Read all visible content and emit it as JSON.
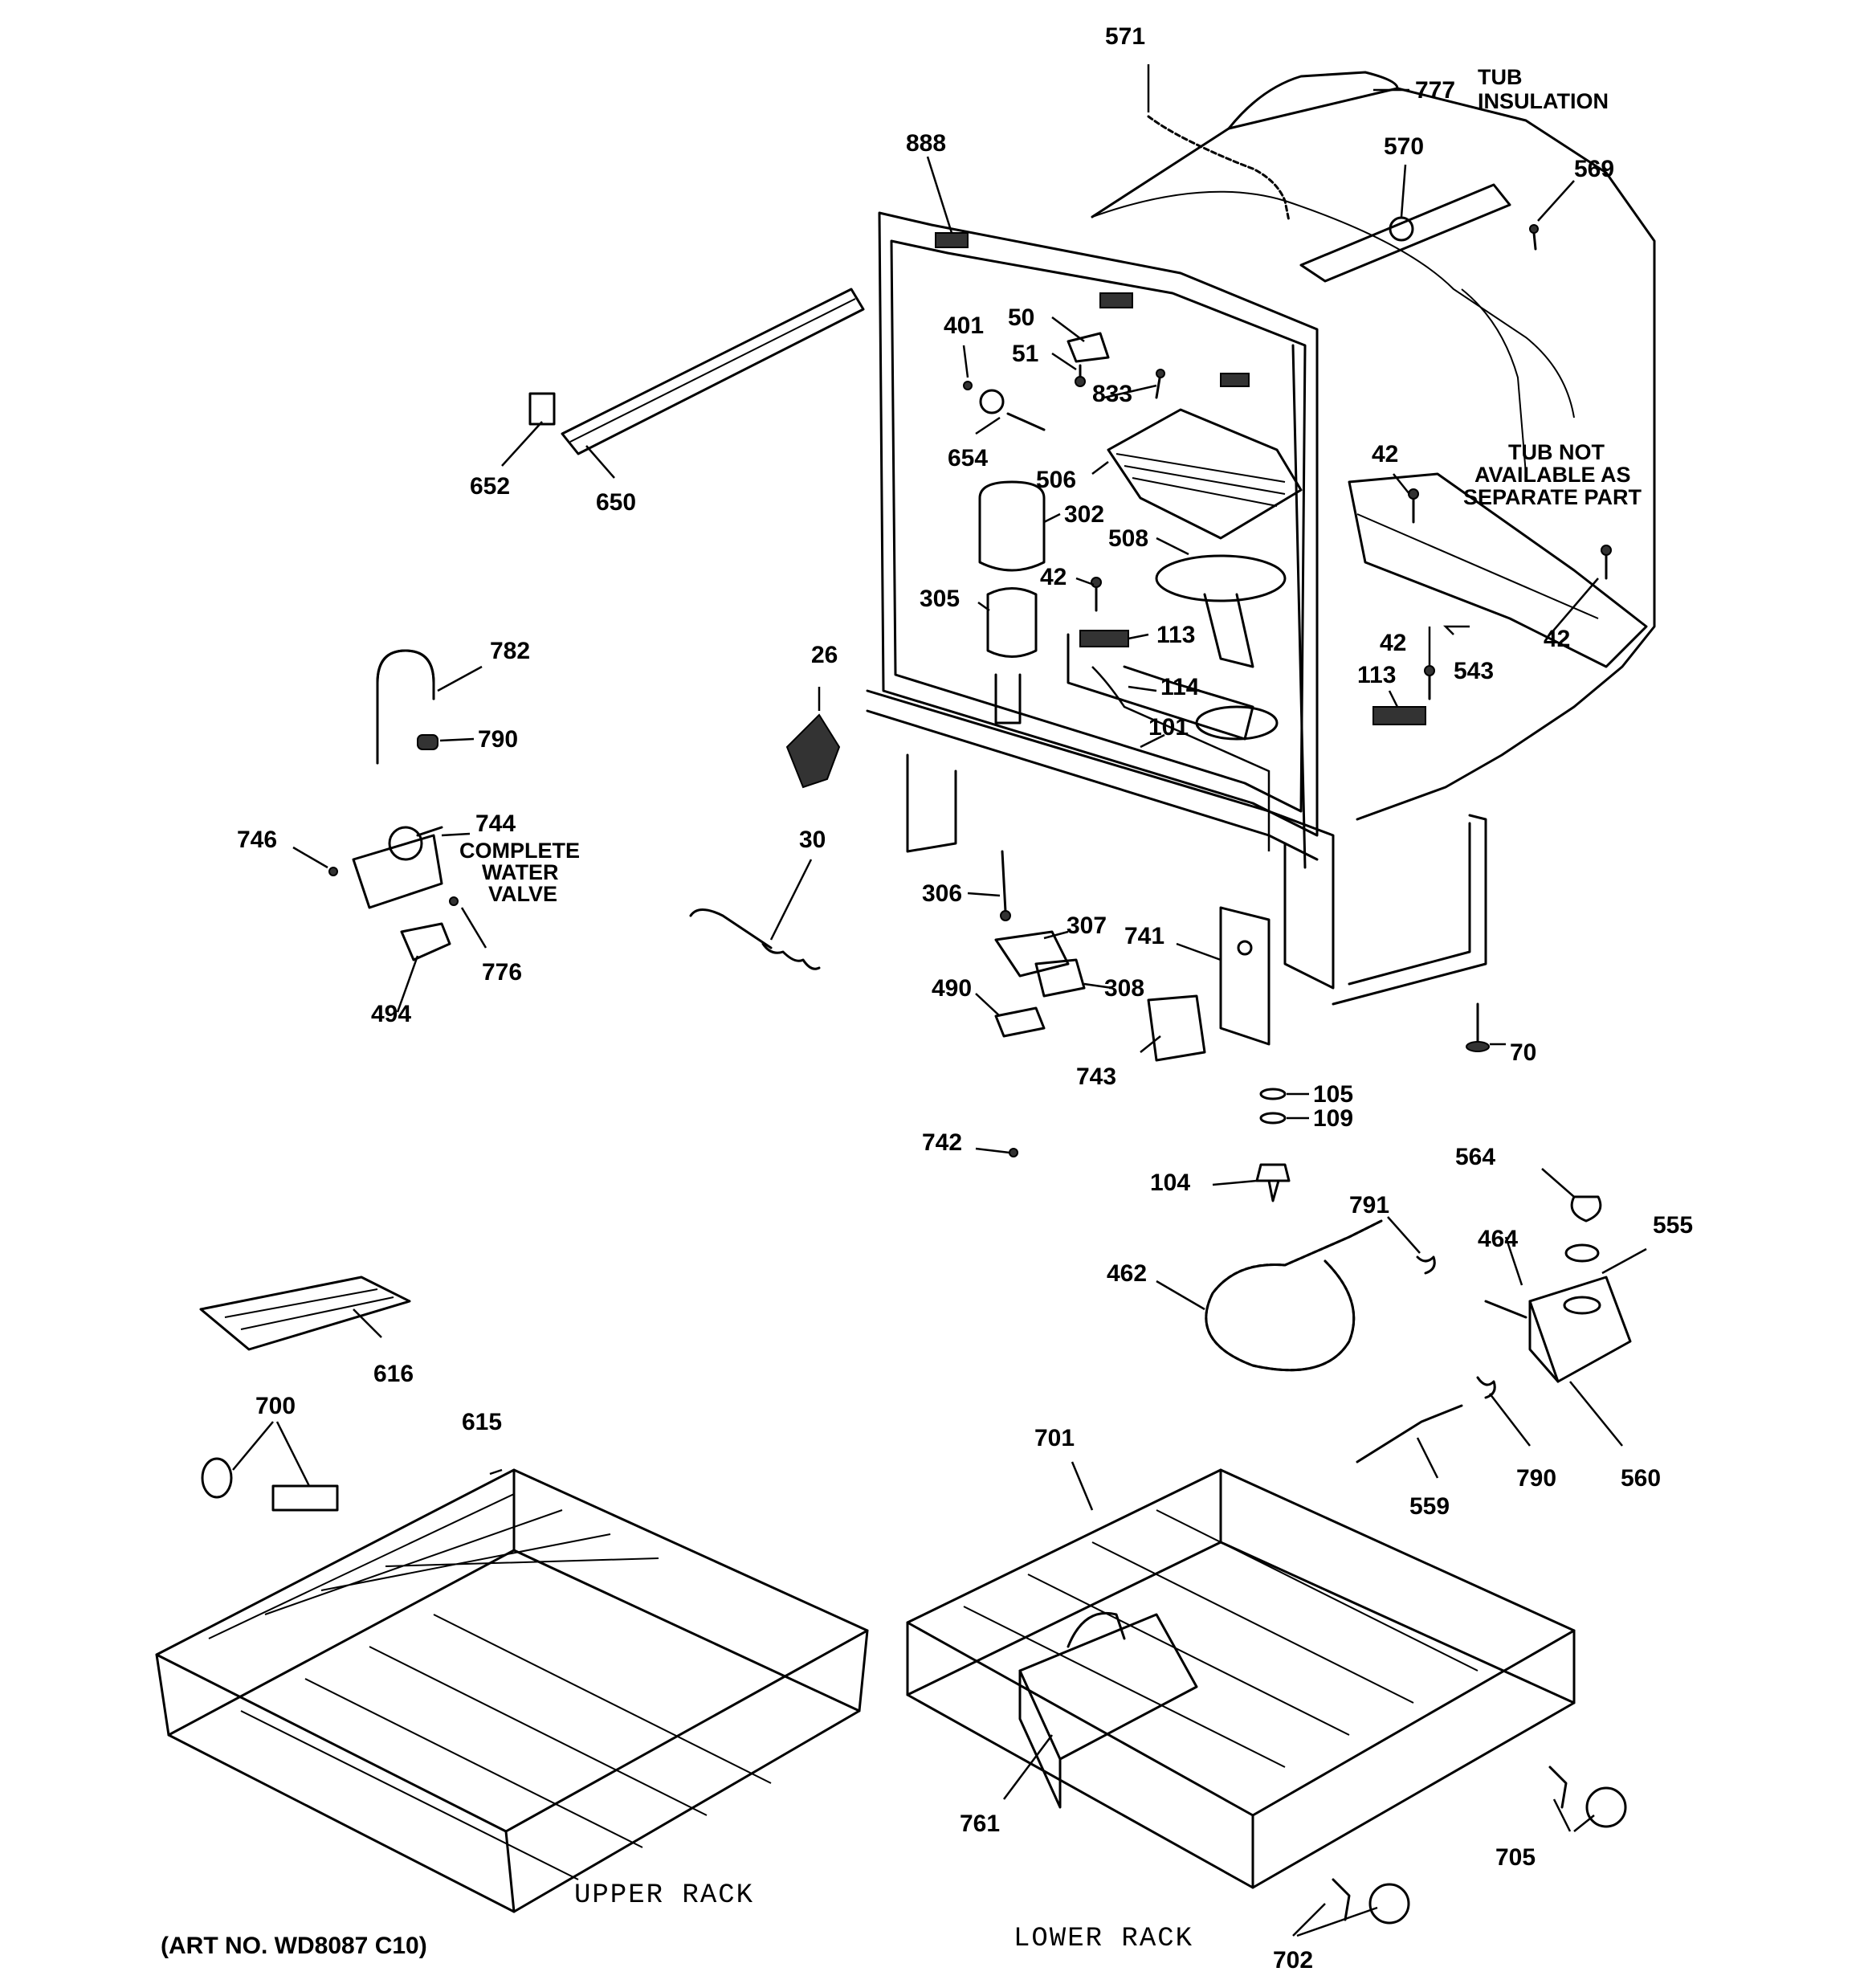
{
  "labels": {
    "p571": "571",
    "p777": "777",
    "tub_insulation_1": "TUB",
    "tub_insulation_2": "INSULATION",
    "p888": "888",
    "p570": "570",
    "p569": "569",
    "p50": "50",
    "p401": "401",
    "p51": "51",
    "p833": "833",
    "p652": "652",
    "p650": "650",
    "p654": "654",
    "p506": "506",
    "p42a": "42",
    "tub_not_1": "TUB NOT",
    "tub_not_2": "AVAILABLE AS",
    "tub_not_3": "SEPARATE PART",
    "p302": "302",
    "p508": "508",
    "p42b": "42",
    "p305": "305",
    "p113a": "113",
    "p42c": "42",
    "p543": "543",
    "p42d": "42",
    "p113b": "113",
    "p782": "782",
    "p26": "26",
    "p114": "114",
    "p790a": "790",
    "p101": "101",
    "p746": "746",
    "p744": "744",
    "complete_1": "COMPLETE",
    "complete_2": "WATER",
    "complete_3": "VALVE",
    "p30": "30",
    "p306": "306",
    "p307": "307",
    "p741": "741",
    "p494": "494",
    "p776": "776",
    "p490": "490",
    "p308": "308",
    "p70": "70",
    "p743": "743",
    "p105": "105",
    "p109": "109",
    "p742": "742",
    "p564": "564",
    "p104": "104",
    "p791": "791",
    "p464": "464",
    "p555": "555",
    "p462": "462",
    "p616": "616",
    "p700": "700",
    "p615": "615",
    "p701": "701",
    "p559": "559",
    "p790b": "790",
    "p560": "560",
    "p761": "761",
    "p705": "705",
    "p702": "702",
    "upper_rack": "UPPER RACK",
    "lower_rack": "LOWER RACK",
    "art_no": "(ART NO. WD8087 C10)"
  }
}
